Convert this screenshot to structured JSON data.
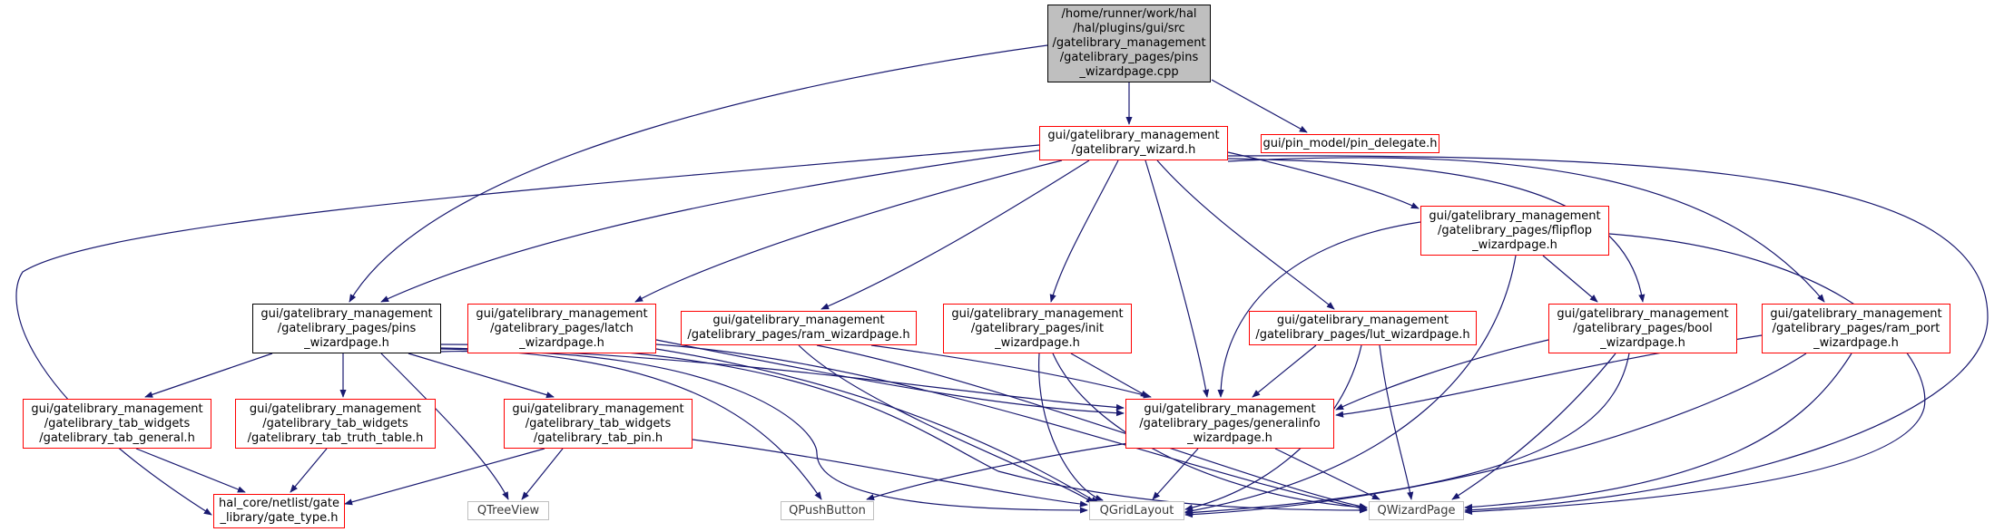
{
  "colors": {
    "edge": "#191970",
    "edge_grey": "#bfbfbf",
    "node_border": "#ff0000",
    "current_fill": "#bfbfbf",
    "doc_border": "#000000",
    "ext_border": "#bfbfbf"
  },
  "nodes": {
    "pins_cpp": {
      "lines": [
        "/home/runner/work/hal",
        "/hal/plugins/gui/src",
        "/gatelibrary_management",
        "/gatelibrary_pages/pins",
        "_wizardpage.cpp"
      ]
    },
    "wizard": {
      "lines": [
        "gui/gatelibrary_management",
        "/gatelibrary_wizard.h"
      ]
    },
    "pin_delegate": {
      "lines": [
        "gui/pin_model/pin_delegate.h"
      ]
    },
    "flipflop": {
      "lines": [
        "gui/gatelibrary_management",
        "/gatelibrary_pages/flipflop",
        "_wizardpage.h"
      ]
    },
    "pins_h": {
      "lines": [
        "gui/gatelibrary_management",
        "/gatelibrary_pages/pins",
        "_wizardpage.h"
      ]
    },
    "latch": {
      "lines": [
        "gui/gatelibrary_management",
        "/gatelibrary_pages/latch",
        "_wizardpage.h"
      ]
    },
    "ram": {
      "lines": [
        "gui/gatelibrary_management",
        "/gatelibrary_pages/ram_wizardpage.h"
      ]
    },
    "init": {
      "lines": [
        "gui/gatelibrary_management",
        "/gatelibrary_pages/init",
        "_wizardpage.h"
      ]
    },
    "lut": {
      "lines": [
        "gui/gatelibrary_management",
        "/gatelibrary_pages/lut_wizardpage.h"
      ]
    },
    "bool": {
      "lines": [
        "gui/gatelibrary_management",
        "/gatelibrary_pages/bool",
        "_wizardpage.h"
      ]
    },
    "ram_port": {
      "lines": [
        "gui/gatelibrary_management",
        "/gatelibrary_pages/ram_port",
        "_wizardpage.h"
      ]
    },
    "tab_general": {
      "lines": [
        "gui/gatelibrary_management",
        "/gatelibrary_tab_widgets",
        "/gatelibrary_tab_general.h"
      ]
    },
    "tab_truth": {
      "lines": [
        "gui/gatelibrary_management",
        "/gatelibrary_tab_widgets",
        "/gatelibrary_tab_truth_table.h"
      ]
    },
    "tab_pin": {
      "lines": [
        "gui/gatelibrary_management",
        "/gatelibrary_tab_widgets",
        "/gatelibrary_tab_pin.h"
      ]
    },
    "generalinfo": {
      "lines": [
        "gui/gatelibrary_management",
        "/gatelibrary_pages/generalinfo",
        "_wizardpage.h"
      ]
    },
    "gate_type": {
      "lines": [
        "hal_core/netlist/gate",
        "_library/gate_type.h"
      ]
    },
    "qtreeview": {
      "lines": [
        "QTreeView"
      ]
    },
    "qpushbutton": {
      "lines": [
        "QPushButton"
      ]
    },
    "qgridlayout": {
      "lines": [
        "QGridLayout"
      ]
    },
    "qwizardpage": {
      "lines": [
        "QWizardPage"
      ]
    }
  }
}
